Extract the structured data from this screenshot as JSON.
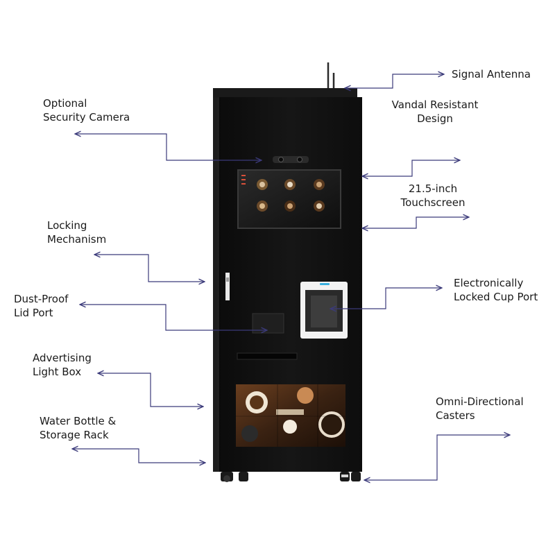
{
  "colors": {
    "cabinet": "#121212",
    "cabinet_edge": "#2a2a2a",
    "leader": "#3b3a7a",
    "label_text": "#1a1a1a"
  },
  "labels": {
    "signal_antenna": {
      "line1": "Signal Antenna"
    },
    "vandal_resistant": {
      "line1": "Vandal Resistant",
      "line2": "Design"
    },
    "security_camera": {
      "line1": "Optional",
      "line2": "Security Camera"
    },
    "touchscreen": {
      "line1": "21.5-inch",
      "line2": "Touchscreen"
    },
    "locking_mechanism": {
      "line1": "Locking",
      "line2": "Mechanism"
    },
    "cup_port": {
      "line1": "Electronically",
      "line2": "Locked Cup Port"
    },
    "dust_proof": {
      "line1": "Dust-Proof",
      "line2": "Lid Port"
    },
    "advertising": {
      "line1": "Advertising",
      "line2": "Light Box"
    },
    "casters": {
      "line1": "Omni-Directional",
      "line2": "Casters"
    },
    "water_bottle": {
      "line1": "Water Bottle &",
      "line2": "Storage Rack"
    }
  }
}
